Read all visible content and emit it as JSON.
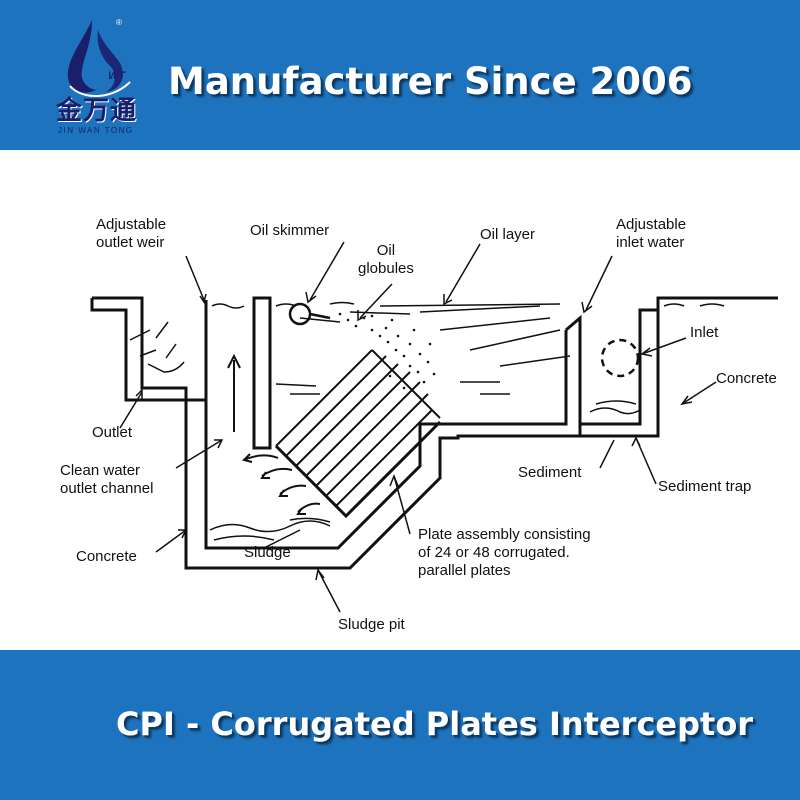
{
  "header": {
    "title": "Manufacturer Since 2006",
    "logo": {
      "chinese_text": "金万通",
      "english_text": "JIN WAN TONG",
      "mark_text": "WT",
      "registered": "®",
      "icon": "water-drop-logo-icon"
    }
  },
  "diagram": {
    "labels": {
      "adjustable_outlet_weir": [
        "Adjustable",
        "outlet weir"
      ],
      "oil_skimmer": "Oil skimmer",
      "oil_globules": [
        "Oil",
        "globules"
      ],
      "oil_layer": "Oil layer",
      "adjustable_inlet_water": [
        "Adjustable",
        "inlet water"
      ],
      "inlet": "Inlet",
      "concrete_right": "Concrete",
      "outlet": "Outlet",
      "clean_water": [
        "Clean water",
        "outlet channel"
      ],
      "sediment": "Sediment",
      "sediment_trap": "Sediment trap",
      "plate_assembly": [
        "Plate assembly consisting",
        "of 24 or 48 corrugated.",
        "parallel plates"
      ],
      "concrete_left": "Concrete",
      "sludge": "Sludge",
      "sludge_pit": "Sludge pit"
    },
    "colors": {
      "line": "#111111"
    }
  },
  "footer": {
    "title": "CPI - Corrugated Plates Interceptor"
  },
  "colors": {
    "banner": "#1e73be",
    "text": "#ffffff"
  }
}
